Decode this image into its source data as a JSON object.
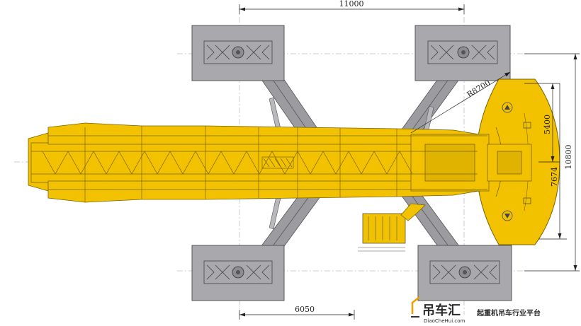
{
  "dimensions": {
    "top_width": "11000",
    "radius": "R8700",
    "right_upper": "5400",
    "right_lower": "7674",
    "right_total": "10800",
    "bottom_width": "6050"
  },
  "watermark": {
    "brand": "吊车汇",
    "slogan": "起重机吊车行业平台",
    "site": "DiaoCheHui.com"
  },
  "colors": {
    "crane_yellow": "#f2c200",
    "crane_stroke": "#7a6200",
    "pad_gray": "#a9a9ad",
    "pad_stroke": "#555559",
    "leg_gray": "#9c9ca0",
    "brand_orange": "#f0a000"
  }
}
